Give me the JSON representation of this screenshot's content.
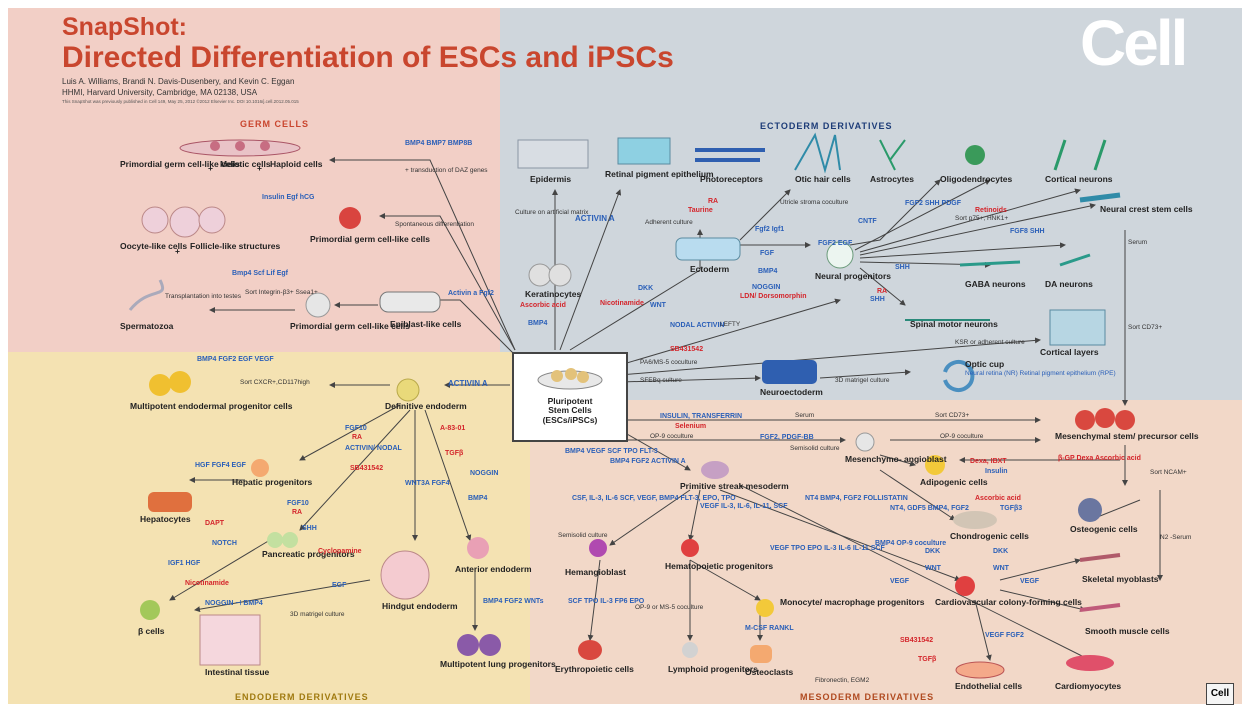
{
  "title": {
    "line1": "SnapShot:",
    "line2": "Directed Differentiation of ESCs and iPSCs",
    "authors": "Luis A. Williams, Brandi N. Davis-Dusenbery, and Kevin C. Eggan",
    "affiliation": "HHMI, Harvard University, Cambridge, MA 02138, USA",
    "note": "This SnapShot was previously published in Cell 149, May 25, 2012 ©2012 Elsevier Inc. DOI 10.1016/j.cell.2012.05.015",
    "logo": "Cell",
    "logo_small": "Cell"
  },
  "colors": {
    "germ": "#f2cfc6",
    "ecto": "#cfd6dc",
    "endo": "#f4e2b2",
    "meso": "#f2d8c8",
    "factor_blue": "#2a5fb8",
    "factor_red": "#d4252b",
    "title_red": "#c9462e"
  },
  "center": {
    "l1": "Pluripotent",
    "l2": "Stem Cells",
    "l3": "(ESCs/iPSCs)"
  },
  "sections": {
    "germ": "GERM CELLS",
    "ecto": "ECTODERM DERIVATIVES",
    "endo": "ENDODERM DERIVATIVES",
    "meso": "MESODERM DERIVATIVES"
  },
  "germ": {
    "pgc_like_1": "Primordial germ cell-like cells",
    "meiotic": "Meiotic cells",
    "haploid": "Haploid cells",
    "oocyte": "Oocyte-like cells",
    "follicle": "Follicle-like structures",
    "pgc_like_2": "Primordial germ cell-like cells",
    "sperm": "Spermatozoa",
    "pgc_like_3": "Primordial germ cell-like cells",
    "epiblast": "Epiblast-like cells",
    "f_bmp": "BMP4 BMP7 BMP8B",
    "t_daz": "+ transduction of DAZ genes",
    "f_insulin": "Insulin Egf hCG",
    "t_spont": "Spontaneous differentiation",
    "f_bmp4scf": "Bmp4 Scf Lif Egf",
    "t_sort": "Sort Integrin-β3+ Ssea1+",
    "t_transplant": "Transplantation into testes",
    "f_activin": "Activin a Fgf2",
    "plus1": "+",
    "plus2": "+",
    "plus3": "+"
  },
  "ecto": {
    "epidermis": "Epidermis",
    "rpe": "Retinal pigment epithelium",
    "photoreceptors": "Photoreceptors",
    "otic": "Otic hair cells",
    "astro": "Astrocytes",
    "oligo": "Oligodendrocytes",
    "cortical_neurons": "Cortical neurons",
    "neural_crest": "Neural crest stem cells",
    "keratinocytes": "Keratinocytes",
    "ectoderm": "Ectoderm",
    "neural_prog": "Neural progenitors",
    "gaba": "GABA neurons",
    "da": "DA neurons",
    "spinal": "Spinal motor neurons",
    "cortical_layers": "Cortical layers",
    "neuroectoderm": "Neuroectoderm",
    "optic_cup": "Optic cup",
    "optic_detail": "Neural retina (NR) Retinal pigment epithelium (RPE)",
    "t_culture": "Culture on artificial matrix",
    "f_activin_a": "ACTIVIN A",
    "f_ra_taurine_1": "RA",
    "f_ra_taurine_2": "Taurine",
    "t_adherent": "Adherent culture",
    "t_utricle": "Utricle stroma coculture",
    "f_fgf2igf1": "Fgf2 Igf1",
    "f_fgf": "FGF",
    "f_bmp4": "BMP4",
    "f_noggin": "NOGGIN",
    "f_ldn": "LDN/ Dorsomorphin",
    "f_fgf2egf": "FGF2 EGF",
    "f_cntf": "CNTF",
    "f_fgf2shh": "FGF2 SHH PDGF",
    "f_retinoids": "Retinoids",
    "t_sortp75": "Sort p75+, HNK1+",
    "f_fgf8shh": "FGF8 SHH",
    "f_shh": "SHH",
    "f_rashh_1": "RA",
    "f_rashh_2": "SHH",
    "t_serum": "Serum",
    "t_sortcd73": "Sort CD73+",
    "f_ascorbic_1": "Ascorbic acid",
    "f_ascorbic_2": "BMP4",
    "f_nicotinamide": "Nicotinamide",
    "f_dkk": "DKK",
    "f_wnt": "WNT",
    "f_nodal": "NODAL ACTIVIN",
    "f_lefty": "LEFTY",
    "f_sb": "SB431542",
    "t_pa6": "PA6/MS-5 coculture",
    "t_ksr": "KSR or adherent culture",
    "t_sfebq": "SFEBq culture",
    "t_3d": "3D matrigel culture"
  },
  "endo": {
    "mult_endo": "Multipotent endodermal progenitor cells",
    "def_endo": "Definitive endoderm",
    "hepatic_prog": "Hepatic progenitors",
    "hepatocytes": "Hepatocytes",
    "pancreatic": "Pancreatic progenitors",
    "hindgut": "Hindgut endoderm",
    "ant_endo": "Anterior endoderm",
    "beta": "β cells",
    "intestinal": "Intestinal tissue",
    "lung": "Multipotent lung progenitors",
    "f_bmp4fgf2": "BMP4 FGF2 EGF VEGF",
    "t_sortcxcr": "Sort CXCR+,CD117high",
    "f_activin": "ACTIVIN A",
    "f_fgf10ra_1": "FGF10",
    "f_fgf10ra_2": "RA",
    "f_activin_nodal": "ACTIVIN/ NODAL",
    "f_sb": "SB431542",
    "f_hgf": "HGF FGF4 EGF",
    "f_wnt3a": "WNT3A FGF4",
    "f_a8301": "A-83-01",
    "f_tgfb": "TGFβ",
    "f_noggin": "NOGGIN",
    "f_bmp4": "BMP4",
    "f_fgf10_2": "FGF10",
    "f_ra_2": "RA",
    "f_shh": "SHH",
    "f_cyclo": "Cyclopamine",
    "f_dapt": "DAPT",
    "f_notch": "NOTCH",
    "f_igf1": "IGF1 HGF",
    "f_nicotinamide": "Nicotinamide",
    "f_egf": "EGF",
    "f_noggin_bmp4": "NOGGIN ⊣ BMP4",
    "t_3dmatrigel": "3D matrigel culture",
    "f_bmp4fgf2wnt": "BMP4 FGF2 WNTs"
  },
  "meso": {
    "msc": "Mesenchymal stem/ precursor cells",
    "mesangio": "Mesenchymo- angioblast",
    "adipogenic": "Adipogenic cells",
    "primitive": "Primitive streak mesoderm",
    "osteogenic": "Osteogenic cells",
    "chondrogenic": "Chondrogenic cells",
    "hemangio": "Hemangioblast",
    "hemato": "Hematopoietic progenitors",
    "cardio": "Cardiovascular colony-forming cells",
    "skeletal": "Skeletal myoblasts",
    "smooth": "Smooth muscle cells",
    "monocyte": "Monocyte/ macrophage progenitors",
    "erythro": "Erythropoietic cells",
    "lymphoid": "Lymphoid progenitors",
    "osteoclasts": "Osteoclasts",
    "endothelial": "Endothelial cells",
    "cardiomyocytes": "Cardiomyocytes",
    "f_insulin": "INSULIN, TRANSFERRIN",
    "f_selenium": "Selenium",
    "t_serum": "Serum",
    "t_sortcd73": "Sort CD73+",
    "t_op9": "OP-9 coculture",
    "f_fgf2pdgf": "FGF2, PDGF-BB",
    "t_semisolid": "Semisolid culture",
    "t_op9_2": "OP-9 coculture",
    "f_dexa": "Dexa, IBXT",
    "f_insulin2": "Insulin",
    "f_bgp": "β-GP Dexa Ascorbic acid",
    "t_sortncam": "Sort NCAM+",
    "f_bmp4vegf": "BMP4 VEGF SCF TPO FLT-3",
    "f_bmp4fgf2": "BMP4 FGF2 ACTIVIN A",
    "f_nt4": "NT4 BMP4, FGF2 FOLLISTATIN",
    "f_nt4gdf5": "NT4, GDF5 BMP4, FGF2",
    "f_ascorbic": "Ascorbic acid",
    "f_tgfb3": "TGFβ3",
    "t_n2": "N2 -Serum",
    "f_csf": "CSF, IL-3, IL-6 SCF, VEGF, BMP4 FLT-3, EPO, TPO",
    "t_semisolid2": "Semisolid culture",
    "f_vegf_il": "VEGF IL-3, IL-6, IL-11, SCF",
    "f_bmp4op9": "BMP4 OP-9 coculture",
    "f_dkk": "DKK",
    "f_wnt": "WNT",
    "f_dkk2": "DKK",
    "f_wnt2": "WNT",
    "f_vegf": "VEGF",
    "f_vegf2": "VEGF",
    "f_vegf_list": "VEGF TPO EPO IL-3 IL-6 IL-11 SCF",
    "f_scf": "SCF TPO IL-3 FP6 EPO",
    "t_op9ms5": "OP-9 or MS-5 coculture",
    "f_mcsf": "M-CSF RANKL",
    "f_sb2": "SB431542",
    "f_tgfb": "TGFβ",
    "f_vegffgf2": "VEGF FGF2",
    "t_fibronectin": "Fibronectin, EGM2"
  }
}
